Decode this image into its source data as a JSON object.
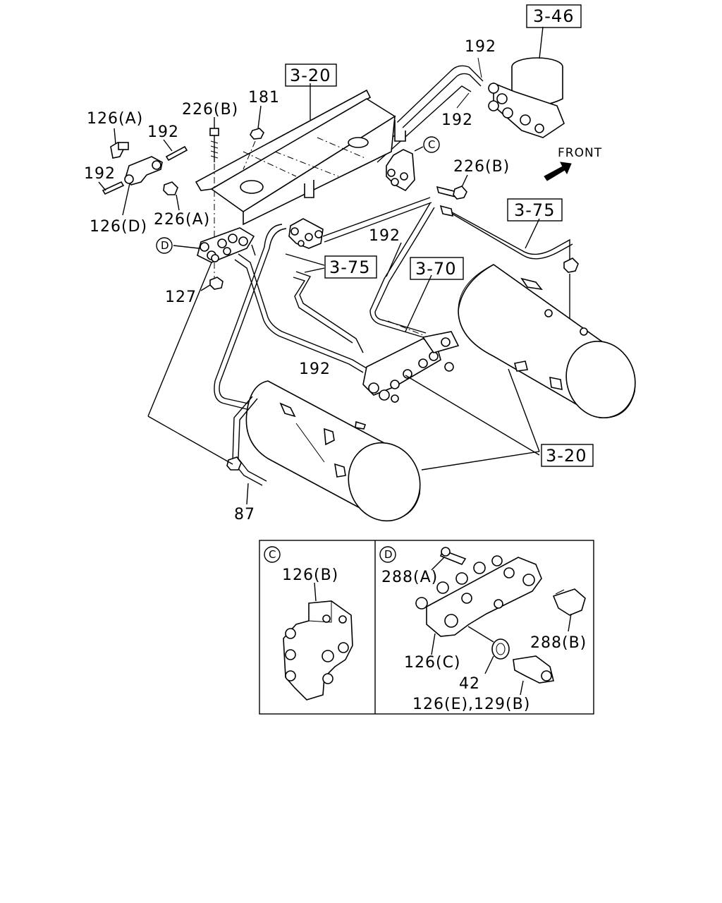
{
  "labels": {
    "ref_3_46": "3-46",
    "ref_3_20_top": "3-20",
    "ref_3_75_right": "3-75",
    "ref_3_75_center": "3-75",
    "ref_3_70": "3-70",
    "ref_3_20_bottom": "3-20",
    "p192_top": "192",
    "p192_top2": "192",
    "p181": "181",
    "p226b_top": "226(B)",
    "p126a": "126(A)",
    "p192_left": "192",
    "p192_left2": "192",
    "p126d": "126(D)",
    "p226a": "226(A)",
    "p226b_right": "226(B)",
    "front": "FRONT",
    "p192_mid": "192",
    "p127": "127",
    "p192_lower": "192",
    "p87": "87",
    "callout_c": "C",
    "callout_d": "D"
  },
  "inset_c": {
    "letter": "C",
    "p126b": "126(B)"
  },
  "inset_d": {
    "letter": "D",
    "p288a": "288(A)",
    "p288b": "288(B)",
    "p126c": "126(C)",
    "p42": "42",
    "p126e_129b": "126(E),129(B)"
  }
}
